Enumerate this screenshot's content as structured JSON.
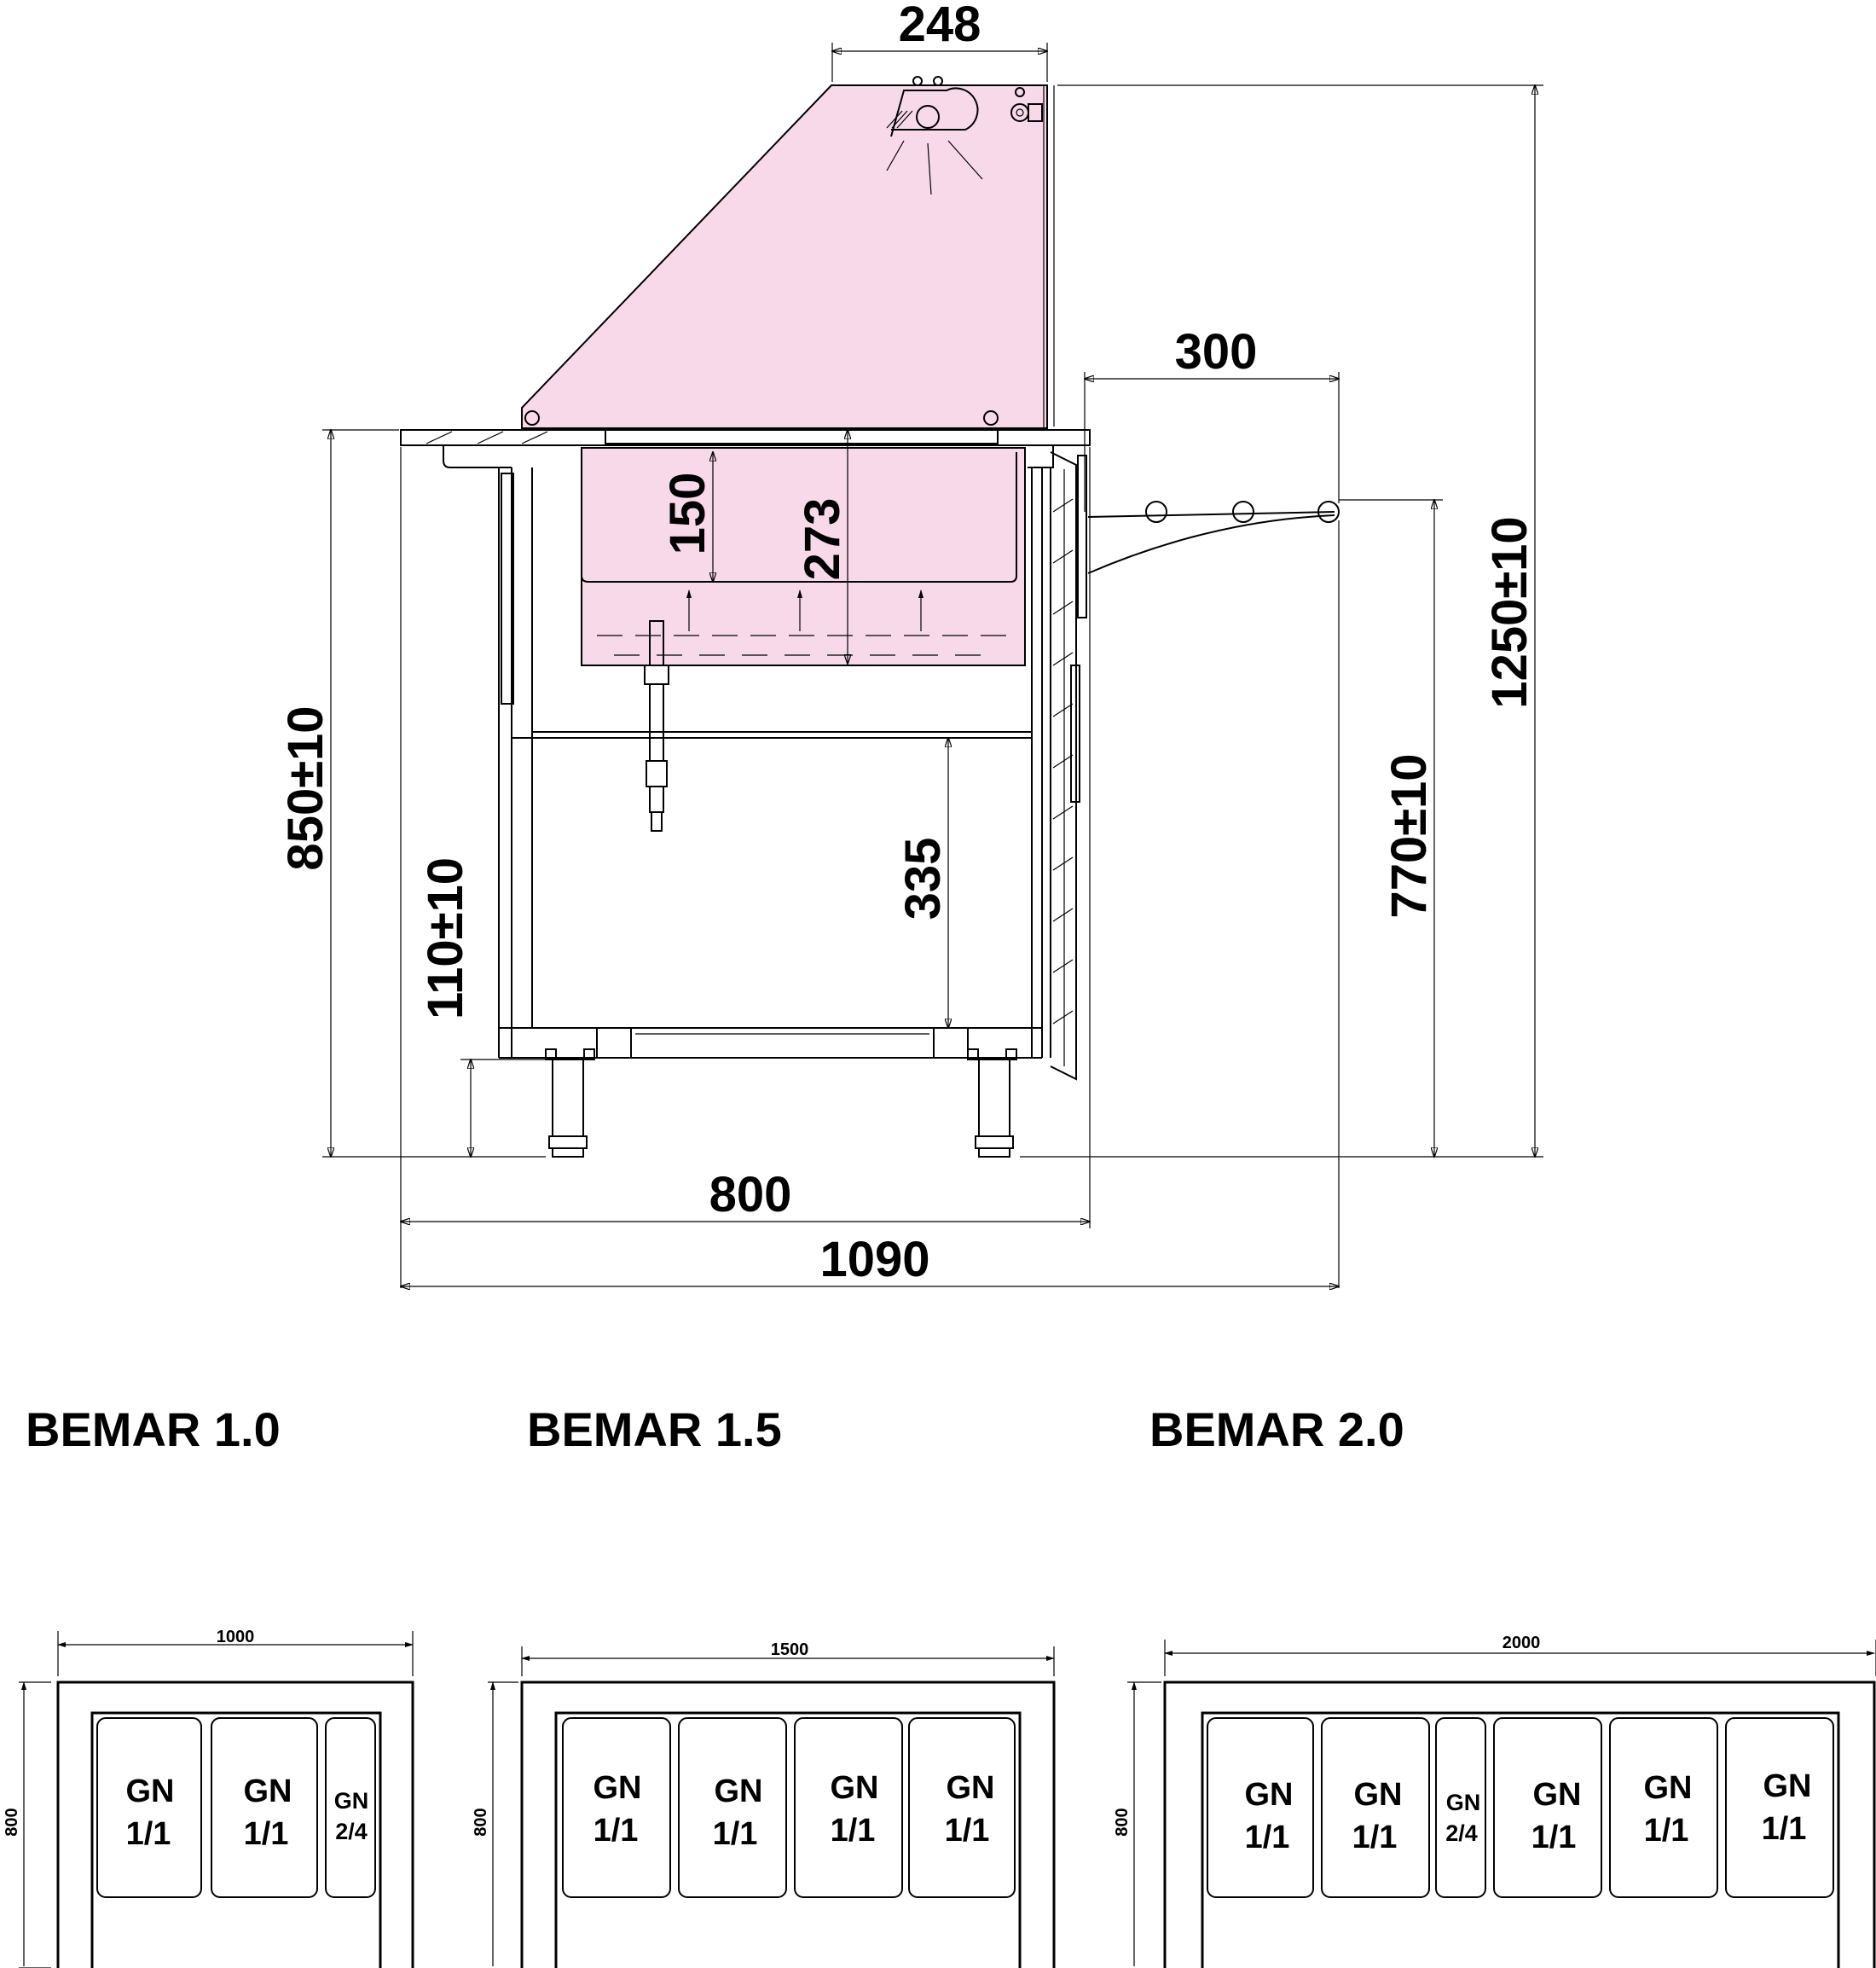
{
  "colors": {
    "glass": "#f8d9ea",
    "line": "#000000",
    "background": "#ffffff"
  },
  "side_view": {
    "dimensions": {
      "top_width": "248",
      "shelf_depth": "300",
      "total_height": "1250±10",
      "counter_height": "850±10",
      "shelf_height": "770±10",
      "leg_height": "110±10",
      "pan_depth": "150",
      "tank_depth": "273",
      "cabinet_clearance": "335",
      "body_depth": "800",
      "overall_depth": "1090"
    }
  },
  "models": [
    {
      "title": "BEMAR 1.0",
      "width": "1000",
      "depth": "800",
      "pans": [
        {
          "line1": "GN",
          "line2": "1/1"
        },
        {
          "line1": "GN",
          "line2": "1/1"
        },
        {
          "line1": "GN",
          "line2": "2/4"
        }
      ]
    },
    {
      "title": "BEMAR 1.5",
      "width": "1500",
      "depth": "800",
      "pans": [
        {
          "line1": "GN",
          "line2": "1/1"
        },
        {
          "line1": "GN",
          "line2": "1/1"
        },
        {
          "line1": "GN",
          "line2": "1/1"
        },
        {
          "line1": "GN",
          "line2": "1/1"
        }
      ]
    },
    {
      "title": "BEMAR 2.0",
      "width": "2000",
      "depth": "800",
      "pans": [
        {
          "line1": "GN",
          "line2": "1/1"
        },
        {
          "line1": "GN",
          "line2": "1/1"
        },
        {
          "line1": "GN",
          "line2": "2/4"
        },
        {
          "line1": "GN",
          "line2": "1/1"
        },
        {
          "line1": "GN",
          "line2": "1/1"
        },
        {
          "line1": "GN",
          "line2": "1/1"
        }
      ]
    }
  ]
}
